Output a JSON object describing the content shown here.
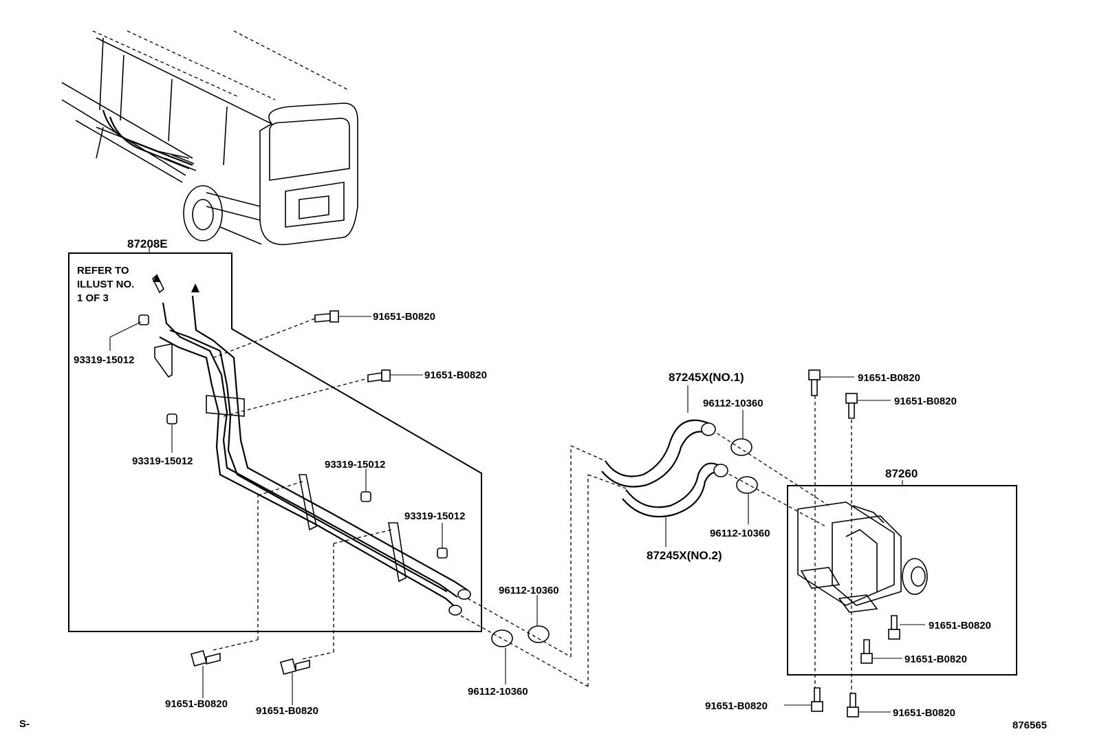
{
  "assemblies": {
    "pipe_assy": "87208E",
    "refer_note_line1": "REFER TO",
    "refer_note_line2": "ILLUST NO.",
    "refer_note_line3": "1 OF 3",
    "hose_no1": "87245X(NO.1)",
    "hose_no2": "87245X(NO.2)",
    "heater_unit": "87260"
  },
  "part_numbers": {
    "bolt": "91651-B0820",
    "clip": "93319-15012",
    "clamp": "96112-10360"
  },
  "footer": {
    "left_code": "S-",
    "illustration_number": "876565"
  }
}
